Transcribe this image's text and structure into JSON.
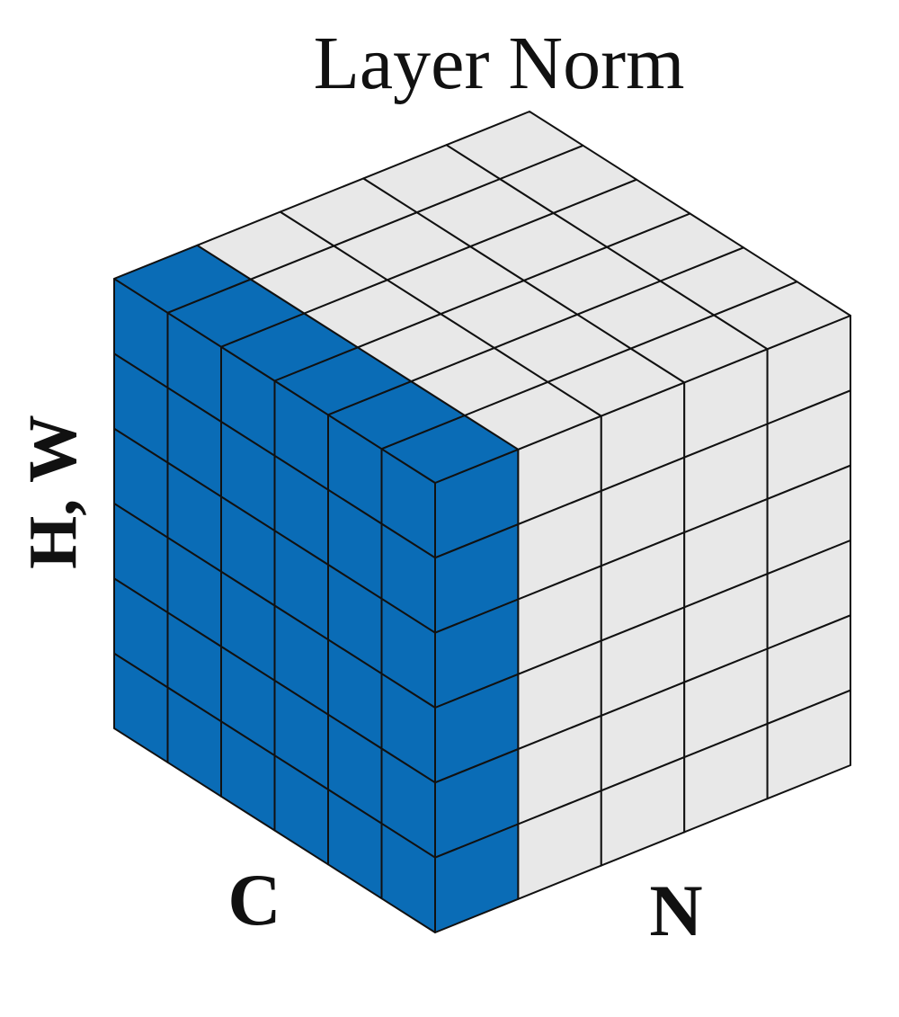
{
  "title": "Layer Norm",
  "axes": {
    "vertical": "H, W",
    "depth": "C",
    "horizontal": "N"
  },
  "grid": {
    "n_cells": 5,
    "c_cells": 6,
    "hw_cells": 6,
    "highlighted_n_index": 0
  },
  "colors": {
    "highlight": "#0a6cb6",
    "cell": "#e8e8e8",
    "edge": "#111111",
    "text": "#111111"
  }
}
